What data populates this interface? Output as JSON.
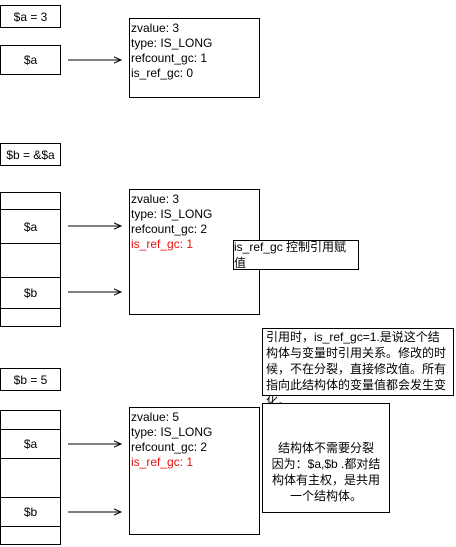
{
  "section1": {
    "title": "$a = 3",
    "var_a": "$a",
    "zval": [
      "zvalue: 3",
      "type: IS_LONG",
      "refcount_gc: 1",
      "is_ref_gc: 0"
    ]
  },
  "section2": {
    "title": "$b = &$a",
    "var_a": "$a",
    "var_b": "$b",
    "zval": [
      "zvalue: 3",
      "type: IS_LONG",
      "refcount_gc: 2",
      "is_ref_gc: 1"
    ],
    "note": "is_ref_gc 控制引用赋值"
  },
  "section3": {
    "title": "$b = 5",
    "var_a": "$a",
    "var_b": "$b",
    "zval": [
      "zvalue: 5",
      "type: IS_LONG",
      "refcount_gc: 2",
      "is_ref_gc: 1"
    ],
    "note_ref": "引用时，is_ref_gc=1.是说这个结构体与变量时引用关系。修改的时候，不在分裂，直接修改值。所有指向此结构体的变量值都会发生变化。",
    "note_struct": "结构体不需要分裂\n因为：$a,$b .都对结构体有主权，是共用一个结构体。"
  },
  "colors": {
    "highlight": "#e8110f"
  }
}
